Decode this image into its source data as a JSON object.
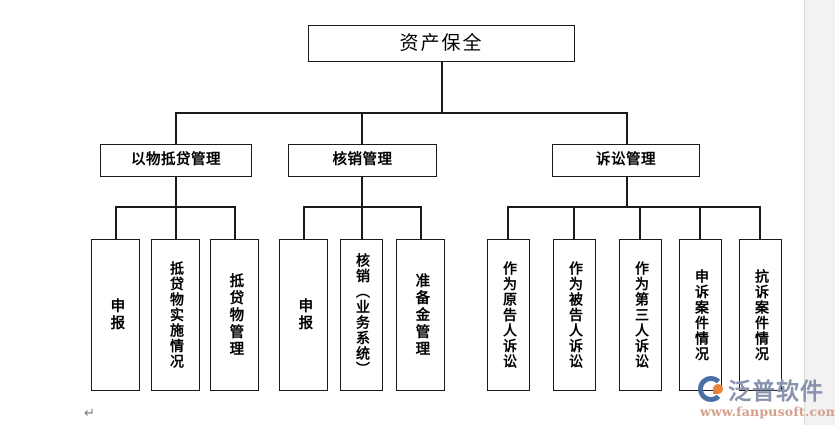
{
  "diagram": {
    "type": "org-tree",
    "root": {
      "label": "资产保全"
    },
    "branches": [
      {
        "label": "以物抵贷管理",
        "children": [
          {
            "label": "申报"
          },
          {
            "label": "抵贷物实施情况"
          },
          {
            "label": "抵贷物管理"
          }
        ]
      },
      {
        "label": "核销管理",
        "children": [
          {
            "label": "申报"
          },
          {
            "label": "核销（业务系统）"
          },
          {
            "label": "准备金管理"
          }
        ]
      },
      {
        "label": "诉讼管理",
        "children": [
          {
            "label": "作为原告人诉讼"
          },
          {
            "label": "作为被告人诉讼"
          },
          {
            "label": "作为第三人诉讼"
          },
          {
            "label": "申诉案件情况"
          },
          {
            "label": "抗诉案件情况"
          }
        ]
      }
    ]
  },
  "watermark": {
    "brand": "泛普软件",
    "url": "www.fanpusoft.com",
    "logo_icon": "fanpu-swirl-logo-icon",
    "brand_color": "#8a93ad",
    "accent_color": "#e8833a"
  },
  "document": {
    "paragraph_mark": "↵",
    "line_color": "#1a1a1a",
    "background": "#ffffff",
    "margin_color": "#f2f2f2"
  }
}
